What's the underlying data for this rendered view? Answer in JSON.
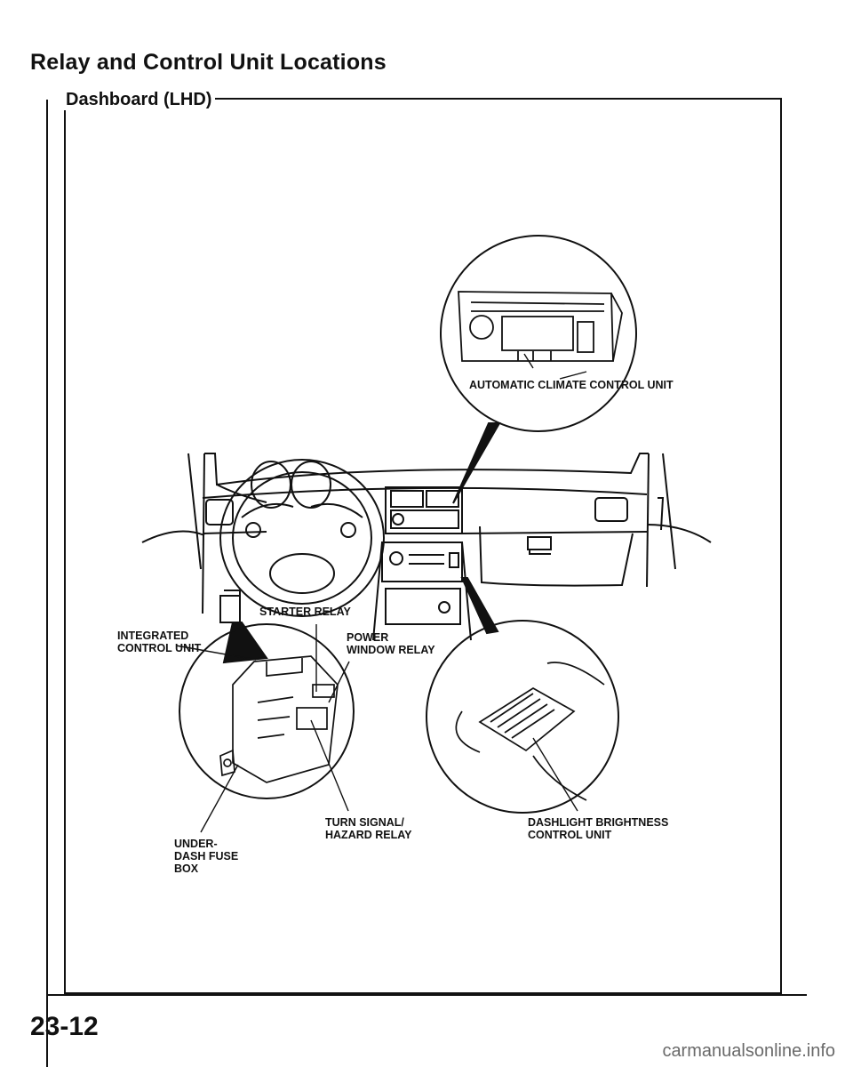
{
  "page": {
    "title": "Relay and Control Unit Locations",
    "section": "Dashboard (LHD)",
    "page_number": "23-12",
    "watermark": "carmanualsonline.info"
  },
  "callouts": {
    "automatic_climate_control_unit": "AUTOMATIC CLIMATE CONTROL UNIT",
    "starter_relay": "STARTER RELAY",
    "integrated_control_unit": "INTEGRATED CONTROL UNIT",
    "power_window_relay": "POWER WINDOW RELAY",
    "turn_signal_hazard_relay": "TURN SIGNAL/ HAZARD RELAY",
    "under_dash_fuse_box": "UNDER-DASH FUSE BOX",
    "dashlight_brightness_control_unit": "DASHLIGHT BRIGHTNESS CONTROL UNIT"
  }
}
